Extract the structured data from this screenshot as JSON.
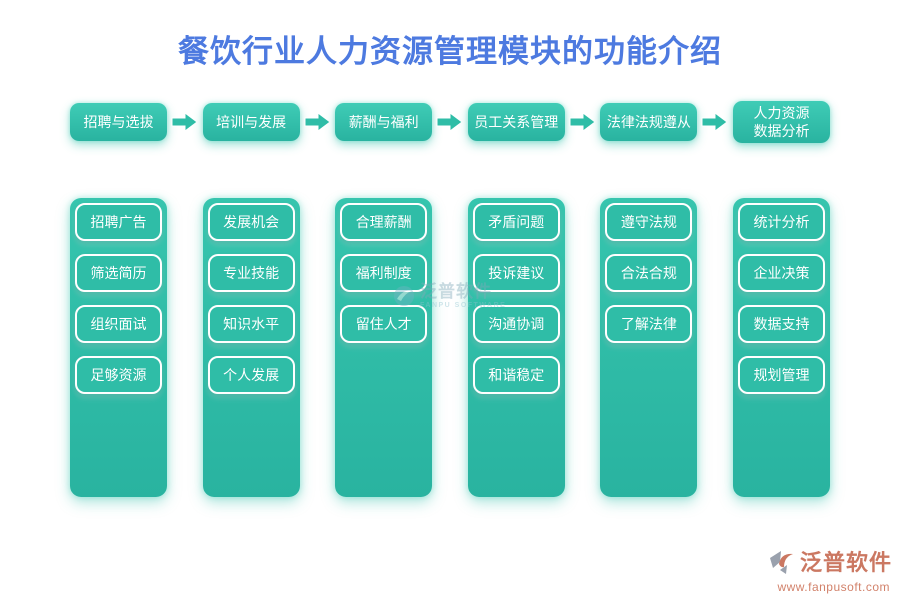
{
  "title": "餐饮行业人力资源管理模块的功能介绍",
  "colors": {
    "teal": "#2fbda7",
    "teal_light": "#3fccb6",
    "teal_dark": "#29b3a0",
    "title_blue": "#4d7ae0",
    "footer_coral": "#cb7862",
    "footer_url": "#d2826b"
  },
  "columns": [
    {
      "header": "招聘与选拔",
      "items": [
        "招聘广告",
        "筛选简历",
        "组织面试",
        "足够资源"
      ]
    },
    {
      "header": "培训与发展",
      "items": [
        "发展机会",
        "专业技能",
        "知识水平",
        "个人发展"
      ]
    },
    {
      "header": "薪酬与福利",
      "items": [
        "合理薪酬",
        "福利制度",
        "留住人才"
      ]
    },
    {
      "header": "员工关系管理",
      "items": [
        "矛盾问题",
        "投诉建议",
        "沟通协调",
        "和谐稳定"
      ]
    },
    {
      "header": "法律法规遵从",
      "items": [
        "遵守法规",
        "合法合规",
        "了解法律"
      ]
    },
    {
      "header": "人力资源数据分析",
      "items": [
        "统计分析",
        "企业决策",
        "数据支持",
        "规划管理"
      ]
    }
  ],
  "watermark": {
    "text": "泛普软件",
    "subtext": "FANPU SOFTWARE"
  },
  "footer": {
    "brand": "泛普软件",
    "url": "www.fanpusoft.com"
  }
}
